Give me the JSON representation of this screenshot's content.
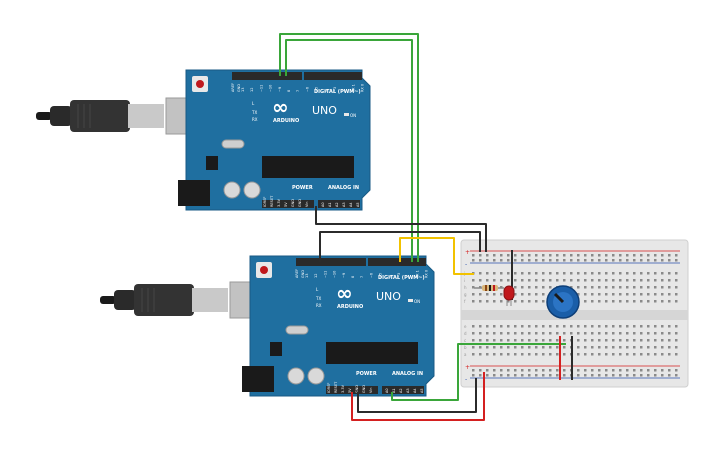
{
  "boards": [
    {
      "brand": "ARDUINO",
      "model": "UNO",
      "digital_label": "DIGITAL (PWM~)",
      "analog_label": "ANALOG IN",
      "power_label": "POWER",
      "on_label": "ON",
      "l_label": "L",
      "tx_label": "TX",
      "rx_label": "RX",
      "aref_label": "AREF",
      "gnd_label": "GND",
      "digital_pins": [
        "13",
        "12",
        "~11",
        "~10",
        "~9",
        "8",
        "7",
        "~6",
        "~5",
        "4",
        "~3",
        "2",
        "TX 1",
        "RX 0"
      ],
      "power_pins": [
        "IOREF",
        "RESET",
        "3.3V",
        "5V",
        "GND",
        "GND",
        "Vin"
      ],
      "analog_pins": [
        "A0",
        "A1",
        "A2",
        "A3",
        "A4",
        "A5"
      ]
    },
    {
      "brand": "ARDUINO",
      "model": "UNO",
      "digital_label": "DIGITAL (PWM~)",
      "analog_label": "ANALOG IN",
      "power_label": "POWER",
      "on_label": "ON",
      "l_label": "L",
      "tx_label": "TX",
      "rx_label": "RX",
      "aref_label": "AREF",
      "gnd_label": "GND",
      "digital_pins": [
        "13",
        "12",
        "~11",
        "~10",
        "~9",
        "8",
        "7",
        "~6",
        "~5",
        "4",
        "~3",
        "2",
        "TX 1",
        "RX 0"
      ],
      "power_pins": [
        "IOREF",
        "RESET",
        "3.3V",
        "5V",
        "GND",
        "GND",
        "Vin"
      ],
      "analog_pins": [
        "A0",
        "A1",
        "A2",
        "A3",
        "A4",
        "A5"
      ]
    }
  ],
  "breadboard": {
    "rail_signs": [
      "+",
      "-",
      "+",
      "-"
    ],
    "row_letters": [
      "j",
      "i",
      "h",
      "g",
      "f",
      "e",
      "d",
      "c",
      "b",
      "a"
    ]
  },
  "colors": {
    "board": "#1f6fa0",
    "board_edge": "#185a84",
    "wire_green": "#3aa63a",
    "wire_black": "#2b2b2b",
    "wire_yellow": "#f2c200",
    "wire_red": "#d42020",
    "breadboard": "#e6e6e6",
    "led": "#c0181c",
    "knob": "#1a5ea8"
  },
  "icons": {
    "usb_cable": "usb-cable-icon",
    "reset": "reset-button-icon",
    "potentiometer": "potentiometer-icon"
  }
}
